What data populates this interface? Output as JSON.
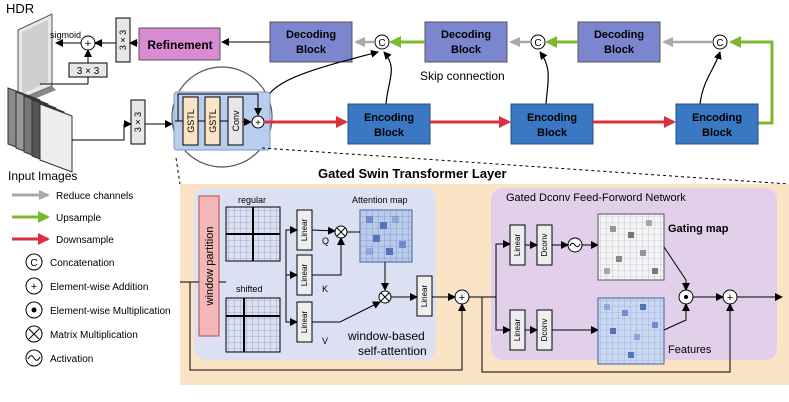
{
  "hdr": "HDR",
  "sigmoid": "sigmoid",
  "conv3": "3 × 3",
  "refinement": "Refinement",
  "decoding": "Decoding",
  "encoding": "Encoding",
  "block": "Block",
  "skip": "Skip connection",
  "input_images": "Input Images",
  "gstl": "GSTL",
  "conv": "Conv",
  "plus": "+",
  "concat_sym": "C",
  "gstl_title": "Gated Swin Transformer Layer",
  "gdfn_title": "Gated Dconv Feed-Forword Network",
  "window_partition": "window partition",
  "regular": "regular",
  "shifted": "shifted",
  "linear": "Linear",
  "dconv": "Dconv",
  "q": "Q",
  "k": "K",
  "v": "V",
  "attention_map": "Attention map",
  "window_based": "window-based",
  "self_attention": "self-attention",
  "gating_map": "Gating map",
  "features": "Features",
  "legend": {
    "reduce": "Reduce channels",
    "upsample": "Upsample",
    "downsample": "Downsample",
    "concatenation": "Concatenation",
    "add": "Element-wise Addition",
    "mul": "Element-wise Multiplication",
    "matmul": "Matrix Multiplication",
    "activation": "Activation"
  },
  "colors": {
    "block_purple": "#7b86cf",
    "enc_blue": "#3b78c4",
    "refine_pink": "#d98cd2",
    "gstl_panel": "#fbe3c6",
    "attn_panel": "#dbe1f3",
    "gdfn_panel": "#e2d0ea",
    "window_red": "#f4b7b7",
    "grey_arrow": "#a9a9a9",
    "green_arrow": "#7cb92f",
    "red_arrow": "#d9303b"
  }
}
